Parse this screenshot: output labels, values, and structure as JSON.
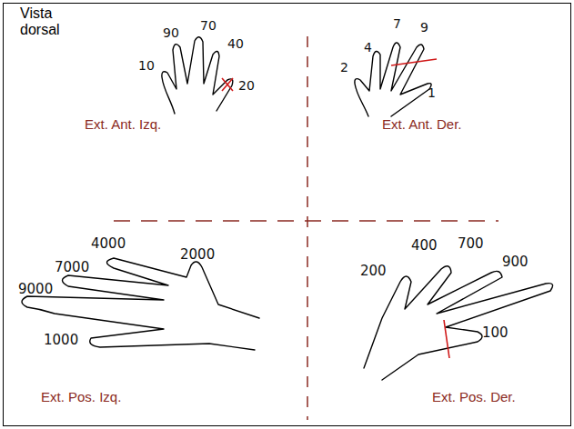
{
  "diagram": {
    "title": "Vista dorsal",
    "labels": [
      "90",
      "70",
      "40",
      "10",
      "20",
      "Ext. Ant. Izq.",
      "7",
      "9",
      "4",
      "2",
      "1",
      "Ext. Ant. Der.",
      "4000",
      "2000",
      "7000",
      "9000",
      "1000",
      "400",
      "700",
      "200",
      "900",
      "100",
      "Ext. Pos. Izq.",
      "Ext. Pos. Der."
    ]
  }
}
